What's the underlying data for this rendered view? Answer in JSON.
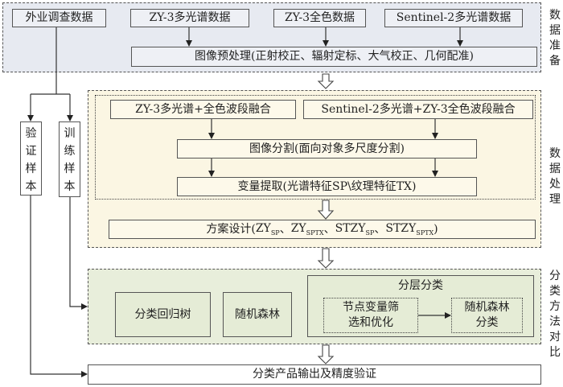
{
  "sections": {
    "data_prep": "数据准备",
    "data_processing": "数据处理",
    "method_comparison": "分类方法对比"
  },
  "inputs": {
    "field_survey": "外业调查数据",
    "zy3_ms": "ZY-3多光谱数据",
    "zy3_pan": "ZY-3全色数据",
    "s2_ms": "Sentinel-2多光谱数据"
  },
  "preprocessing": "图像预处理(正射校正、辐射定标、大气校正、几何配准)",
  "fusion": {
    "zy3": "ZY-3多光谱+全色波段融合",
    "s2": "Sentinel-2多光谱+ZY-3全色波段融合"
  },
  "segmentation": "图像分割(面向对象多尺度分割)",
  "extraction": "变量提取(光谱特征SP\\纹理特征TX)",
  "scheme": {
    "prefix": "方案设计(",
    "items": [
      {
        "base": "ZY",
        "sub": "SP"
      },
      {
        "base": "ZY",
        "sub": "SPTX"
      },
      {
        "base": "STZY",
        "sub": "SP"
      },
      {
        "base": "STZY",
        "sub": "SPTX"
      }
    ],
    "separator": "、",
    "suffix": ")"
  },
  "samples": {
    "validation": "验证样本",
    "training": "训练样本"
  },
  "methods": {
    "cart": "分类回归树",
    "rf": "随机森林",
    "hierarchical": {
      "title": "分层分类",
      "node_selection": "节点变量筛选和优化",
      "rf_classify": "随机森林分类"
    }
  },
  "output": "分类产品输出及精度验证"
}
